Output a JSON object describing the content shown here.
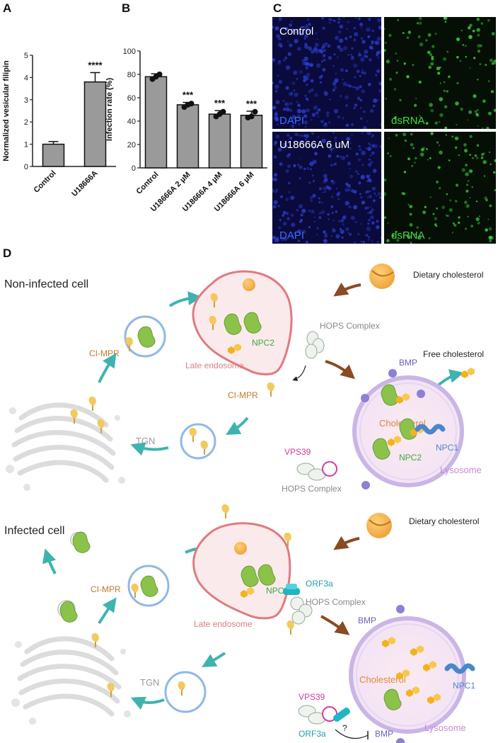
{
  "panels": {
    "a": "A",
    "b": "B",
    "c": "C",
    "d": "D"
  },
  "chart_data": [
    {
      "type": "bar",
      "ylabel": "Normalized vesicular filipin",
      "categories": [
        "Control",
        "U18666A"
      ],
      "values": [
        1.0,
        3.8
      ],
      "errors": [
        0.12,
        0.42
      ],
      "significance": [
        "",
        "****"
      ],
      "ylim": [
        0,
        5
      ],
      "yticks": [
        0,
        1,
        2,
        3,
        4,
        5
      ],
      "bar_color": "#9a9a9a"
    },
    {
      "type": "bar",
      "ylabel": "Infection rate (%)",
      "categories": [
        "Control",
        "U18666A 2 µM",
        "U18666A 4 µM",
        "U18666A 6 µM"
      ],
      "values": [
        78,
        54,
        46,
        45
      ],
      "errors": [
        2.5,
        2.0,
        3.0,
        3.5
      ],
      "points": [
        [
          76,
          78,
          80
        ],
        [
          52,
          54,
          55
        ],
        [
          44,
          46,
          48
        ],
        [
          43,
          44,
          48
        ]
      ],
      "significance": [
        "",
        "***",
        "***",
        "***"
      ],
      "ylim": [
        0,
        100
      ],
      "yticks": [
        0,
        20,
        40,
        60,
        80,
        100
      ],
      "bar_color": "#9a9a9a"
    }
  ],
  "microscopy": {
    "control_label": "Control",
    "treated_label": "U18666A 6 uM",
    "dapi_label": "DAPI",
    "dsrna_label": "dsRNA",
    "dapi_color": "#3a6cff",
    "dsrna_color": "#3ddc3d"
  },
  "diagram": {
    "noninfected_title": "Non-infected cell",
    "infected_title": "Infected cell",
    "dietary_cholesterol": "Dietary cholesterol",
    "free_cholesterol": "Free cholesterol",
    "hops_complex": "HOPS Complex",
    "npc2": "NPC2",
    "npc1": "NPC1",
    "late_endosome": "Late endosome",
    "ci_mpr": "CI-MPR",
    "tgn": "TGN",
    "bmp": "BMP",
    "cholesterol": "Cholesterol",
    "vps39": "VPS39",
    "lysosome": "Lysosome",
    "orf3a": "ORF3a",
    "question": "?"
  }
}
